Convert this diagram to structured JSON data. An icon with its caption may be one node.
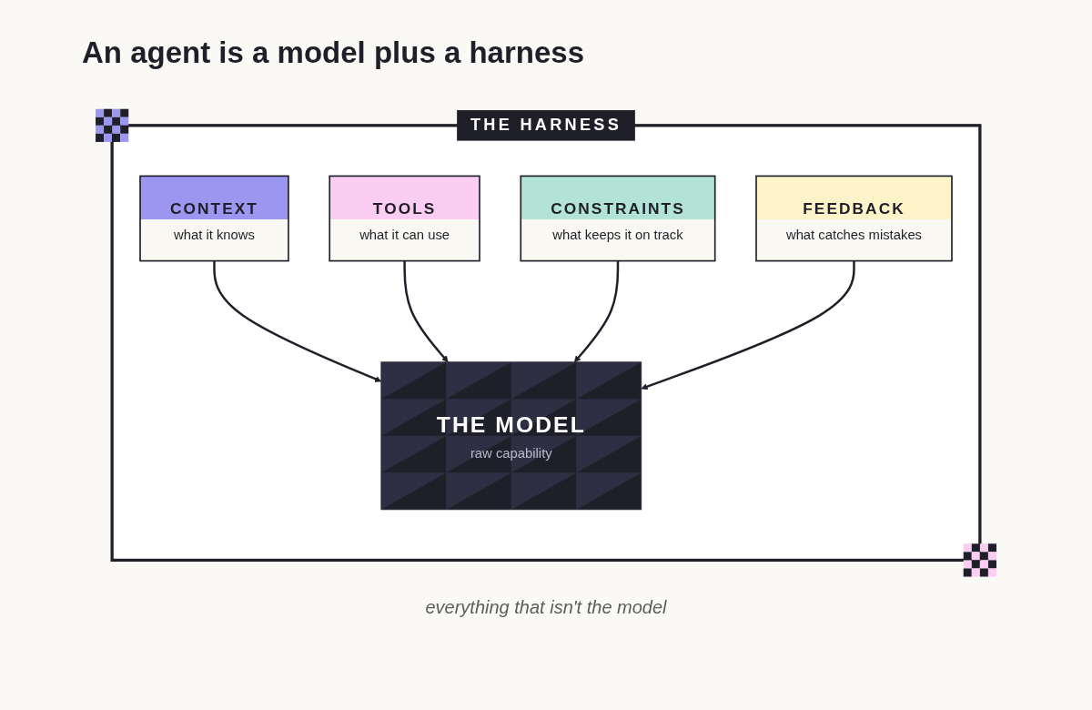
{
  "diagram": {
    "title": "An agent is a model plus a harness",
    "nodes": [
      {
        "text": [
          "THE HARNESS"
        ]
      },
      {
        "text": [
          "CONTEXT",
          "what it knows"
        ],
        "in": 0
      },
      {
        "text": [
          "TOOLS",
          "what it can use"
        ],
        "in": 0
      },
      {
        "text": [
          "THE MODEL",
          "raw capability"
        ],
        "in": 0
      },
      {
        "text": [
          "CONSTRAINTS",
          "what keeps it on track"
        ],
        "in": 0
      },
      {
        "text": [
          "FEEDBACK",
          "what catches mistakes"
        ],
        "in": 0
      }
    ],
    "edges": [
      {
        "from": 1,
        "to": 3,
        "arrow": "to"
      },
      {
        "from": 2,
        "to": 3,
        "arrow": "to"
      },
      {
        "from": 4,
        "to": 3,
        "arrow": "to"
      },
      {
        "from": 5,
        "to": 3,
        "arrow": "to"
      }
    ],
    "caption": "everything that isn't the model"
  }
}
